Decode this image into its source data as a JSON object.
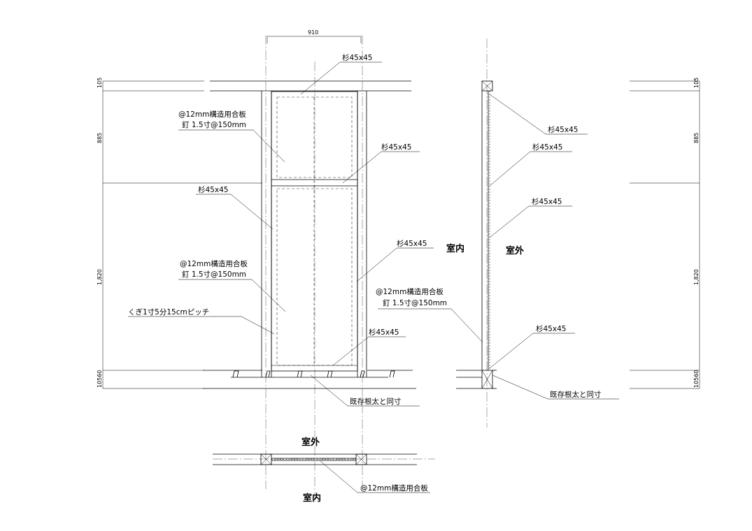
{
  "dimensions": {
    "top_width": "910",
    "left": [
      "105",
      "885",
      "1,820",
      "10560"
    ],
    "right": [
      "105",
      "885",
      "1,820",
      "10560"
    ]
  },
  "elevation": {
    "label_sugi_top": "杉45x45",
    "label_plywood_upper_1": "@12mm構造用合板",
    "label_plywood_upper_2": "釘 1.5寸@150mm",
    "label_sugi_mid": "杉45x45",
    "label_sugi_left": "杉45x45",
    "label_sugi_right": "杉45x45",
    "label_plywood_lower_1": "@12mm構造用合板",
    "label_plywood_lower_2": "釘 1.5寸@150mm",
    "label_nail": "くぎ1寸5分15cmピッチ",
    "label_sugi_bottom": "杉45x45",
    "label_sill": "既存根太と同寸"
  },
  "section": {
    "indoor": "室内",
    "outdoor": "室外",
    "label_sugi_1": "杉45x45",
    "label_sugi_2": "杉45x45",
    "label_sugi_3": "杉45x45",
    "label_plywood_1": "@12mm構造用合板",
    "label_plywood_2": "釘 1.5寸@150mm",
    "label_sugi_4": "杉45x45",
    "label_sill": "既存根太と同寸"
  },
  "plan": {
    "outdoor": "室外",
    "indoor": "室内",
    "label_plywood": "@12mm構造用合板"
  }
}
